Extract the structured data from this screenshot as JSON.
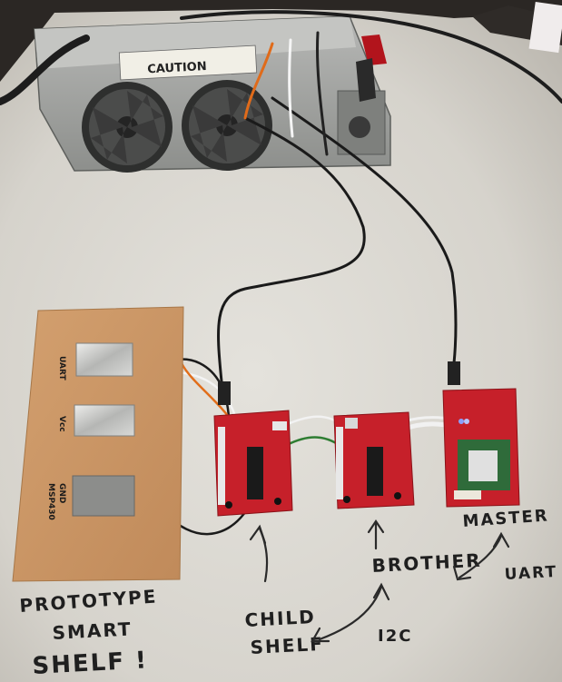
{
  "photo": {
    "psu_label": "CAUTION",
    "pad_labels": [
      "UART",
      "Vcc",
      "GND",
      "MSP430"
    ],
    "annotations": {
      "prototype": [
        "PROTOTYPE",
        "SMART",
        "SHELF !"
      ],
      "child": [
        "CHILD",
        "SHELF"
      ],
      "brother": "BROTHER",
      "master": "MASTER",
      "uart": "UART",
      "i2c": "I2C"
    }
  }
}
